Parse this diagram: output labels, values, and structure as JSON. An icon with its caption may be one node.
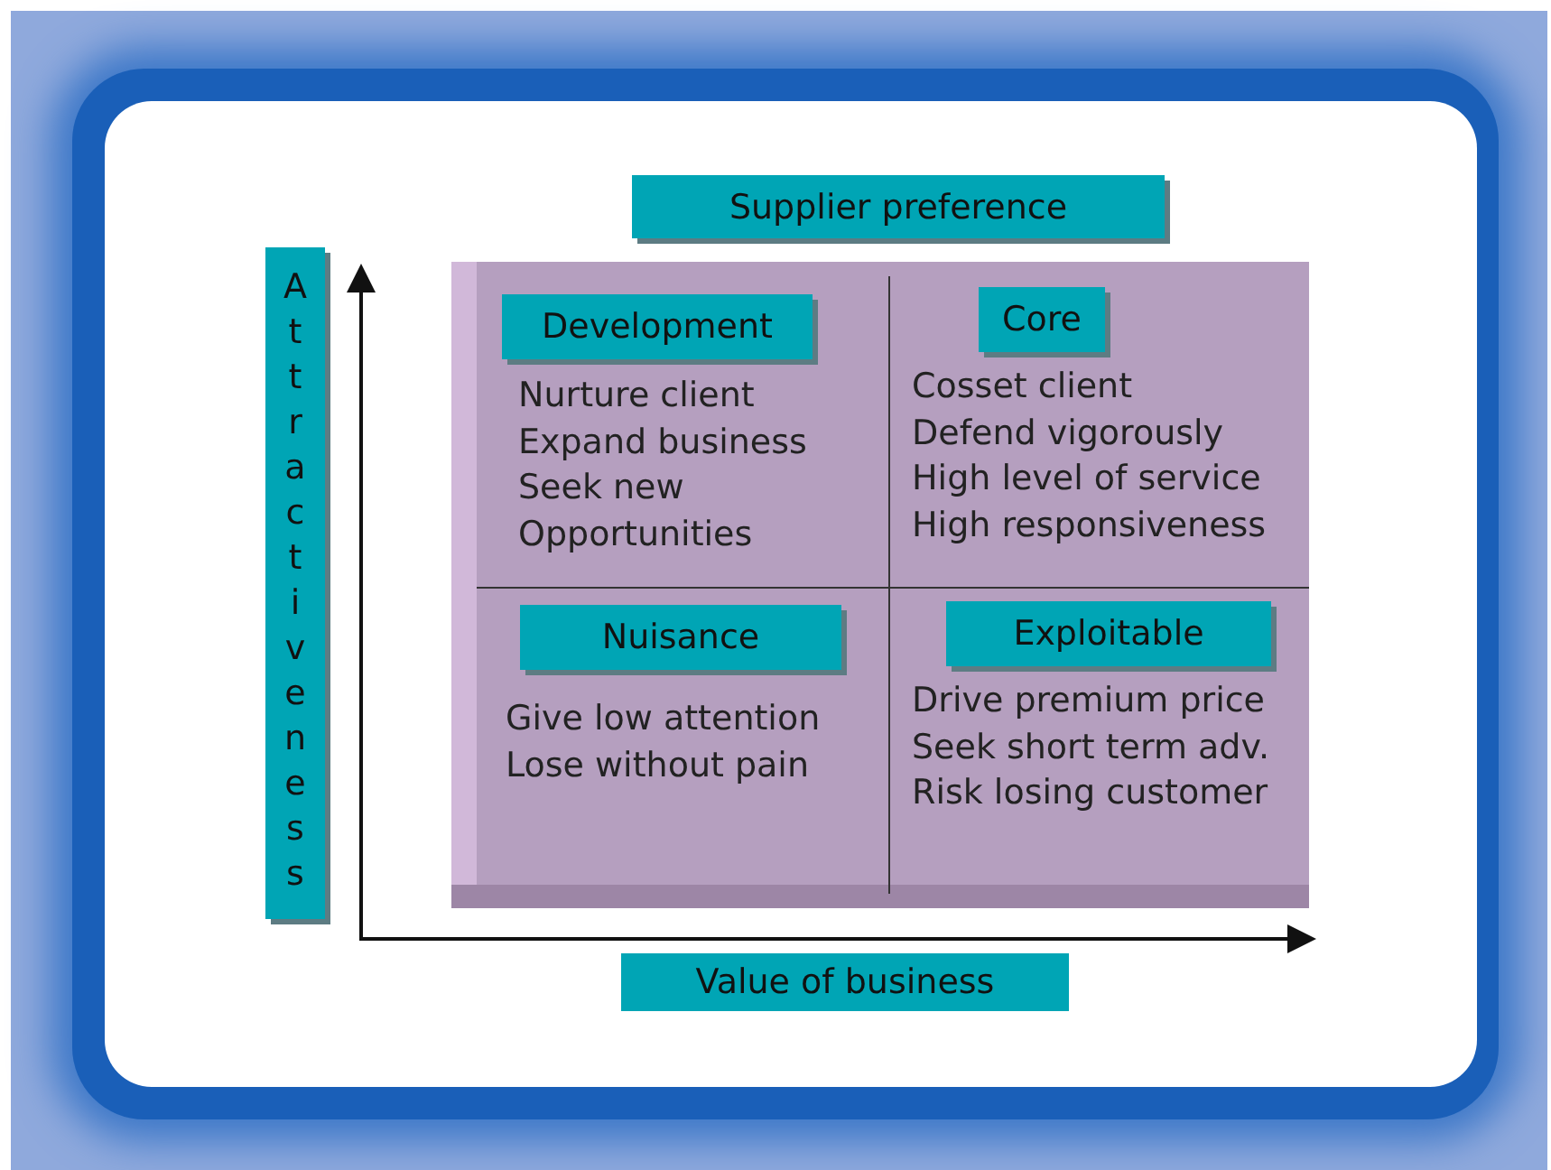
{
  "diagram": {
    "title": "Supplier preference",
    "nodes": [
      {
        "text": [],
        "shape": "box"
      },
      {
        "text": [
          "Development",
          "Nurture client",
          "Expand business",
          "Seek new",
          "Opportunities"
        ],
        "in": 0
      },
      {
        "text": [
          "Core",
          "Cosset client",
          "Defend vigorously",
          "High level of service",
          "High responsiveness"
        ],
        "in": 0
      },
      {
        "text": [
          "Nuisance",
          "Give low attention",
          "Lose without pain"
        ],
        "in": 0
      },
      {
        "text": [
          "Exploitable",
          "Drive premium price",
          "Seek short term adv.",
          "Risk losing customer"
        ],
        "in": 0
      }
    ],
    "labels": [
      "Attractiveness",
      "Value of business"
    ]
  }
}
